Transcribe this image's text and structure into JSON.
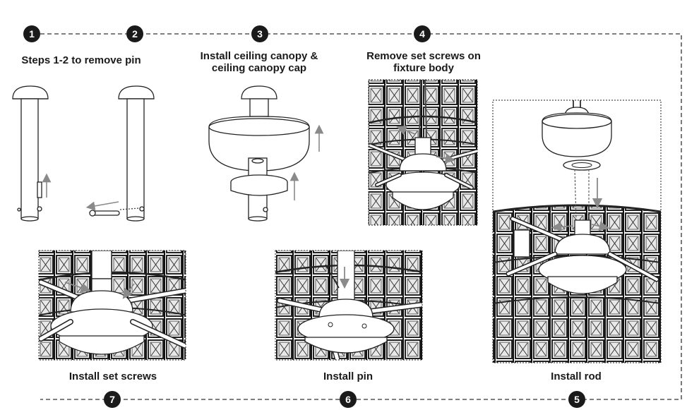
{
  "steps": [
    {
      "number": "1"
    },
    {
      "number": "2"
    },
    {
      "number": "3"
    },
    {
      "number": "4"
    },
    {
      "number": "5"
    },
    {
      "number": "6"
    },
    {
      "number": "7"
    }
  ],
  "labels": {
    "remove_pin": "Steps 1-2 to remove pin",
    "canopy_line1": "Install ceiling canopy &",
    "canopy_line2": "ceiling canopy cap",
    "set_screws_line1": "Remove set screws on",
    "set_screws_line2": "fixture body",
    "install_set_screws": "Install set screws",
    "install_pin": "Install pin",
    "install_rod": "Install rod"
  },
  "colors": {
    "ink": "#1a1a1a",
    "arrow": "#8a8a8a",
    "badge": "#1a1a1a"
  }
}
